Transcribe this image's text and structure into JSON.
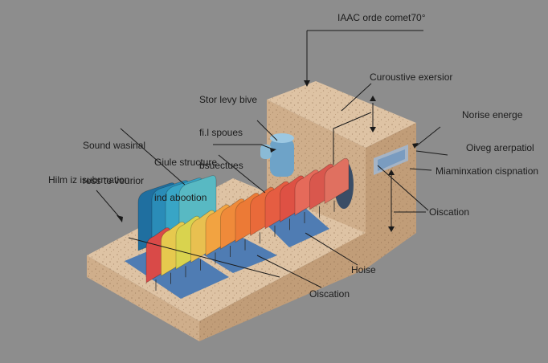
{
  "labels": {
    "title": "IAAC orde comet70°",
    "stor_levy": [
      "Stor levy bive",
      "fi.l spoues",
      "bsuectues"
    ],
    "curoustive": "Curoustive exersior",
    "noise_energe": "Norise energe",
    "oiveg": "Oiveg arerpatiol",
    "miaminxation": "Miaminxation cispnation",
    "oiscation_right": "Oiscation",
    "sound": [
      "Sound wasinal",
      "ress to veurior"
    ],
    "giule": [
      "Giule structure",
      "ind abootion"
    ],
    "hilm": "Hilm iz isubrmation",
    "hoise": "Hoise",
    "oiscation_bottom": "Oiscation"
  },
  "colors": {
    "background": "#8d8d8d",
    "block_top": "#dec3a4",
    "block_front": "#cfae8b",
    "block_side": "#c19d78",
    "pad_blue": "#4f7cb3"
  },
  "panels": {
    "teal": [
      "#1f6fa0",
      "#2a8cb8",
      "#38a5c6",
      "#58b9c3"
    ],
    "warm": [
      "#d94a48",
      "#e6c94e",
      "#d9d34e",
      "#e8c050",
      "#f2a341",
      "#ef8a3a",
      "#ec7a36",
      "#e96a3a",
      "#e55d42",
      "#de5144",
      "#e56a5a",
      "#d9574d",
      "#e07060"
    ]
  }
}
